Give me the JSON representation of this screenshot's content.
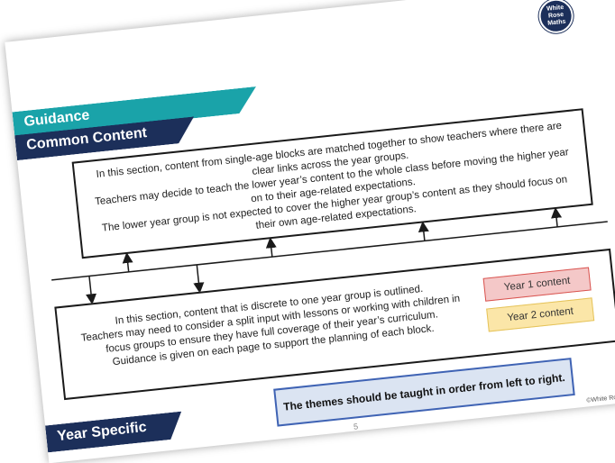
{
  "brand": {
    "logo_line1": "White",
    "logo_line2": "Rose",
    "logo_line3": "Maths"
  },
  "banners": {
    "guidance": "Guidance",
    "common_content": "Common Content",
    "year_specific": "Year Specific"
  },
  "common_box": {
    "lines": [
      "In this section, content from single-age blocks are matched together to show teachers where there are clear links across the year groups.",
      "Teachers may decide to teach the lower year’s content to the whole class before moving the higher year on to their age-related expectations.",
      "The lower year group is not expected to cover the higher year group’s content as they should focus on their own age-related expectations."
    ]
  },
  "specific_box": {
    "lines": [
      "In this section, content that is discrete to one year group is outlined.",
      "Teachers may need to consider a split input with lessons or working with children in focus groups to ensure they have full coverage of their year’s curriculum.",
      "Guidance is given on each page to support the planning of each block."
    ]
  },
  "legend": {
    "year1": "Year 1 content",
    "year2": "Year 2 content"
  },
  "themes_note": "The themes should be taught in order from left to right.",
  "footer": {
    "page_number": "5",
    "copyright": "©White Rose Mat"
  },
  "colors": {
    "teal": "#1aa3a9",
    "navy": "#1c2f5a",
    "year1": "#f4c8c8",
    "year2": "#fbe6a8",
    "note": "#dbe4f2"
  }
}
